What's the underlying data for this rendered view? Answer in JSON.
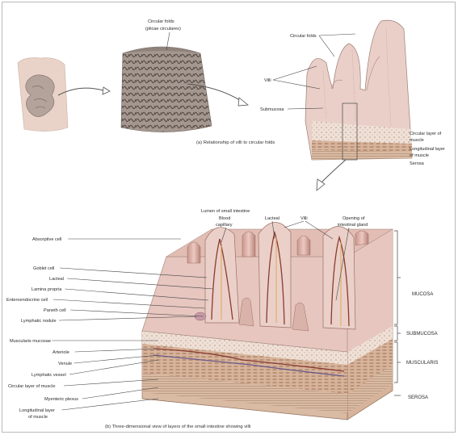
{
  "top": {
    "fold_label_1": "Circular folds",
    "fold_label_2": "(plicae circulares)",
    "right_labels": {
      "circular_folds": "Circular folds",
      "villi": "Villi",
      "submucosa": "Submucosa",
      "circular_layer_1": "Circular layer of",
      "circular_layer_2": "muscle",
      "longitudinal_layer_1": "Longitudinal layer",
      "longitudinal_layer_2": "of muscle",
      "serosa": "Serosa"
    },
    "caption": "(a) Relationship of villi to circular folds"
  },
  "bottom": {
    "top_labels": {
      "lumen": "Lumen of small intestine",
      "blood_capillary_1": "Blood",
      "blood_capillary_2": "capillary",
      "lacteal": "Lacteal",
      "villi": "Villi",
      "gland_1": "Opening of",
      "gland_2": "intestinal gland"
    },
    "left_labels": [
      "Absorptive cell",
      "Goblet cell",
      "Lacteal",
      "Lamina propria",
      "Enteroendocrine cell",
      "Paneth cell",
      "Lymphatic nodule",
      "Muscularis mucosae",
      "Arteriole",
      "Venule",
      "Lymphatic vessel",
      "Circular layer of muscle",
      "Myenteric plexus",
      "Longitudinal layer",
      "of muscle"
    ],
    "layers": {
      "mucosa": "MUCOSA",
      "submucosa": "SUBMUCOSA",
      "muscularis": "MUSCULARIS",
      "serosa": "SEROSA"
    },
    "caption": "(b) Three-dimensional view of layers of the small intestine showing villi"
  },
  "colors": {
    "tissue_pink": "#e7c6bf",
    "villus_pink": "#d8aaa2",
    "muscle_tan": "#d6b69c",
    "vessel_red": "#8a3b32",
    "submucosa_light": "#efe0d6",
    "abdomen_skin": "#e9d3c8",
    "intestine_grey": "#b4a39a"
  }
}
